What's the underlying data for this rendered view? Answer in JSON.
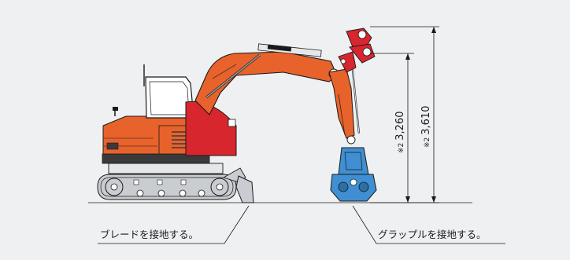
{
  "callouts": {
    "blade": "ブレードを接地する。",
    "grapple": "グラップルを接地する。"
  },
  "dimensions": {
    "inner": {
      "note": "※2",
      "value": "3,260"
    },
    "outer": {
      "note": "※2",
      "value": "3,610"
    }
  },
  "colors": {
    "background": "#eff0f1",
    "body_orange": "#e8622c",
    "cab_red": "#d8262e",
    "grapple_blue": "#3f8fd2",
    "grapple_head_red": "#d8262e",
    "track_gray": "#c9ccd0",
    "line": "#1a1a1a"
  }
}
